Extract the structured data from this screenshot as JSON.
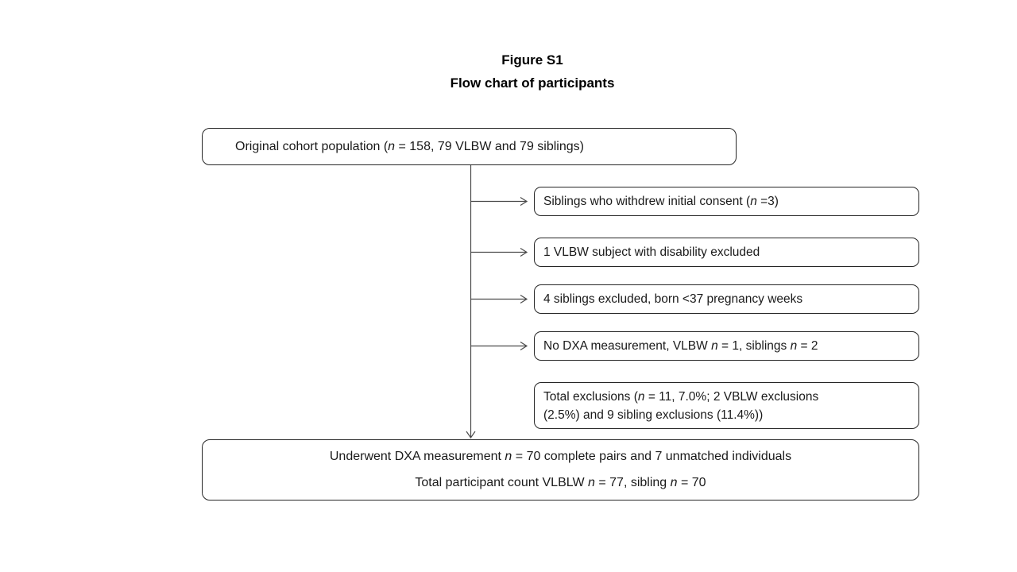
{
  "figure": {
    "title_line1": "Figure S1",
    "title_line2": "Flow chart of participants"
  },
  "colors": {
    "background": "#ffffff",
    "text": "#1a1a1a",
    "border": "#262626",
    "arrow": "#4a4a4a"
  },
  "top_box": {
    "segments": [
      {
        "t": "Original cohort population ("
      },
      {
        "t": "n",
        "i": true
      },
      {
        "t": " = 158, 79 VLBW and 79 siblings)"
      }
    ]
  },
  "exclusion_boxes": [
    {
      "segments": [
        {
          "t": "Siblings who withdrew initial consent ("
        },
        {
          "t": "n",
          "i": true
        },
        {
          "t": " =3)"
        }
      ]
    },
    {
      "segments": [
        {
          "t": "1 VLBW subject with disability excluded"
        }
      ]
    },
    {
      "segments": [
        {
          "t": "4 siblings excluded, born <37 pregnancy weeks"
        }
      ]
    },
    {
      "segments": [
        {
          "t": "No DXA measurement, VLBW "
        },
        {
          "t": "n",
          "i": true
        },
        {
          "t": " = 1, siblings "
        },
        {
          "t": "n",
          "i": true
        },
        {
          "t": " = 2"
        }
      ]
    }
  ],
  "total_exclusions_box": {
    "line1_segments": [
      {
        "t": "Total exclusions ("
      },
      {
        "t": "n",
        "i": true
      },
      {
        "t": " = 11, 7.0%; 2 VBLW exclusions"
      }
    ],
    "line2_segments": [
      {
        "t": "(2.5%) and 9 sibling exclusions (11.4%))"
      }
    ]
  },
  "bottom_box": {
    "line1_segments": [
      {
        "t": "Underwent DXA measurement "
      },
      {
        "t": "n",
        "i": true
      },
      {
        "t": " = 70 complete pairs and 7 unmatched individuals"
      }
    ],
    "line2_segments": [
      {
        "t": "Total participant count VLBLW "
      },
      {
        "t": "n",
        "i": true
      },
      {
        "t": " = 77, sibling "
      },
      {
        "t": "n",
        "i": true
      },
      {
        "t": " = 70"
      }
    ]
  }
}
